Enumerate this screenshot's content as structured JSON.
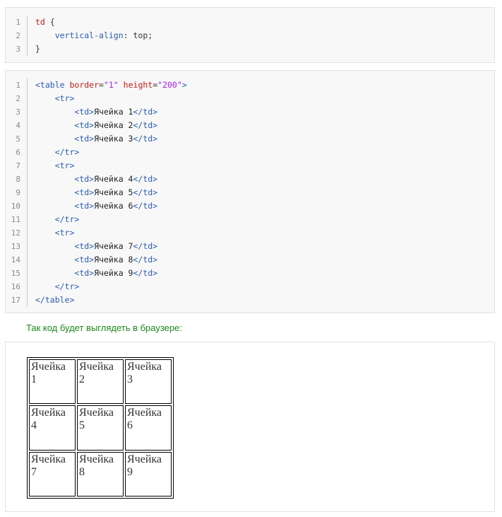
{
  "code1": {
    "line_numbers": [
      "1",
      "2",
      "3"
    ],
    "lines": [
      [
        {
          "c": "sel",
          "t": "td"
        },
        {
          "c": "punct",
          "t": " {"
        }
      ],
      [
        {
          "c": "punct",
          "t": "    "
        },
        {
          "c": "prop",
          "t": "vertical-align"
        },
        {
          "c": "punct",
          "t": ": top;"
        }
      ],
      [
        {
          "c": "punct",
          "t": "}"
        }
      ]
    ]
  },
  "code2": {
    "line_numbers": [
      "1",
      "2",
      "3",
      "4",
      "5",
      "6",
      "7",
      "8",
      "9",
      "10",
      "11",
      "12",
      "13",
      "14",
      "15",
      "16",
      "17"
    ],
    "lines": [
      [
        {
          "c": "tag",
          "t": "<table "
        },
        {
          "c": "attr",
          "t": "border"
        },
        {
          "c": "punct",
          "t": "="
        },
        {
          "c": "str",
          "t": "\"1\""
        },
        {
          "c": "punct",
          "t": " "
        },
        {
          "c": "attr",
          "t": "height"
        },
        {
          "c": "punct",
          "t": "="
        },
        {
          "c": "str",
          "t": "\"200\""
        },
        {
          "c": "tag",
          "t": ">"
        }
      ],
      [
        {
          "c": "punct",
          "t": "    "
        },
        {
          "c": "tag",
          "t": "<tr>"
        }
      ],
      [
        {
          "c": "punct",
          "t": "        "
        },
        {
          "c": "tag",
          "t": "<td>"
        },
        {
          "c": "txt",
          "t": "Ячейка 1"
        },
        {
          "c": "tag",
          "t": "</td>"
        }
      ],
      [
        {
          "c": "punct",
          "t": "        "
        },
        {
          "c": "tag",
          "t": "<td>"
        },
        {
          "c": "txt",
          "t": "Ячейка 2"
        },
        {
          "c": "tag",
          "t": "</td>"
        }
      ],
      [
        {
          "c": "punct",
          "t": "        "
        },
        {
          "c": "tag",
          "t": "<td>"
        },
        {
          "c": "txt",
          "t": "Ячейка 3"
        },
        {
          "c": "tag",
          "t": "</td>"
        }
      ],
      [
        {
          "c": "punct",
          "t": "    "
        },
        {
          "c": "tag",
          "t": "</tr>"
        }
      ],
      [
        {
          "c": "punct",
          "t": "    "
        },
        {
          "c": "tag",
          "t": "<tr>"
        }
      ],
      [
        {
          "c": "punct",
          "t": "        "
        },
        {
          "c": "tag",
          "t": "<td>"
        },
        {
          "c": "txt",
          "t": "Ячейка 4"
        },
        {
          "c": "tag",
          "t": "</td>"
        }
      ],
      [
        {
          "c": "punct",
          "t": "        "
        },
        {
          "c": "tag",
          "t": "<td>"
        },
        {
          "c": "txt",
          "t": "Ячейка 5"
        },
        {
          "c": "tag",
          "t": "</td>"
        }
      ],
      [
        {
          "c": "punct",
          "t": "        "
        },
        {
          "c": "tag",
          "t": "<td>"
        },
        {
          "c": "txt",
          "t": "Ячейка 6"
        },
        {
          "c": "tag",
          "t": "</td>"
        }
      ],
      [
        {
          "c": "punct",
          "t": "    "
        },
        {
          "c": "tag",
          "t": "</tr>"
        }
      ],
      [
        {
          "c": "punct",
          "t": "    "
        },
        {
          "c": "tag",
          "t": "<tr>"
        }
      ],
      [
        {
          "c": "punct",
          "t": "        "
        },
        {
          "c": "tag",
          "t": "<td>"
        },
        {
          "c": "txt",
          "t": "Ячейка 7"
        },
        {
          "c": "tag",
          "t": "</td>"
        }
      ],
      [
        {
          "c": "punct",
          "t": "        "
        },
        {
          "c": "tag",
          "t": "<td>"
        },
        {
          "c": "txt",
          "t": "Ячейка 8"
        },
        {
          "c": "tag",
          "t": "</td>"
        }
      ],
      [
        {
          "c": "punct",
          "t": "        "
        },
        {
          "c": "tag",
          "t": "<td>"
        },
        {
          "c": "txt",
          "t": "Ячейка 9"
        },
        {
          "c": "tag",
          "t": "</td>"
        }
      ],
      [
        {
          "c": "punct",
          "t": "    "
        },
        {
          "c": "tag",
          "t": "</tr>"
        }
      ],
      [
        {
          "c": "tag",
          "t": "</table>"
        }
      ]
    ]
  },
  "caption": "Так код будет выглядеть в браузере:",
  "preview": {
    "rows": [
      [
        "Ячейка 1",
        "Ячейка 2",
        "Ячейка 3"
      ],
      [
        "Ячейка 4",
        "Ячейка 5",
        "Ячейка 6"
      ],
      [
        "Ячейка 7",
        "Ячейка 8",
        "Ячейка 9"
      ]
    ]
  },
  "colors": {
    "tag": "#2a5db0",
    "attr": "#c41a16",
    "string": "#a020f0",
    "caption": "#1a8a1a"
  }
}
